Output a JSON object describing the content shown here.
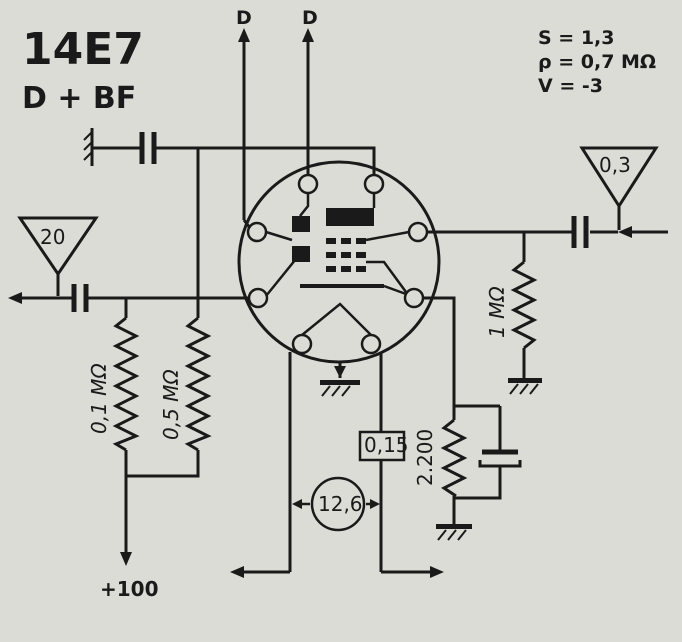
{
  "tube": {
    "type": "14E7",
    "function": "D + BF"
  },
  "parameters": {
    "s": "S = 1,3",
    "rho": "ρ = 0,7 MΩ",
    "v": "V = -3"
  },
  "outputs": {
    "d_left": "D",
    "d_right": "D"
  },
  "signals": {
    "input_level": "0,3",
    "output_level": "20"
  },
  "components": {
    "r_load_1": "0,1 MΩ",
    "r_load_2": "0,5 MΩ",
    "r_grid": "1 MΩ",
    "r_cathode": "2.200"
  },
  "supply": {
    "plus_100": "+100",
    "heater_current": "0,15",
    "heater_voltage": "12,6"
  },
  "colors": {
    "ink": "#1a1a1a",
    "paper": "#dcdcd6"
  }
}
